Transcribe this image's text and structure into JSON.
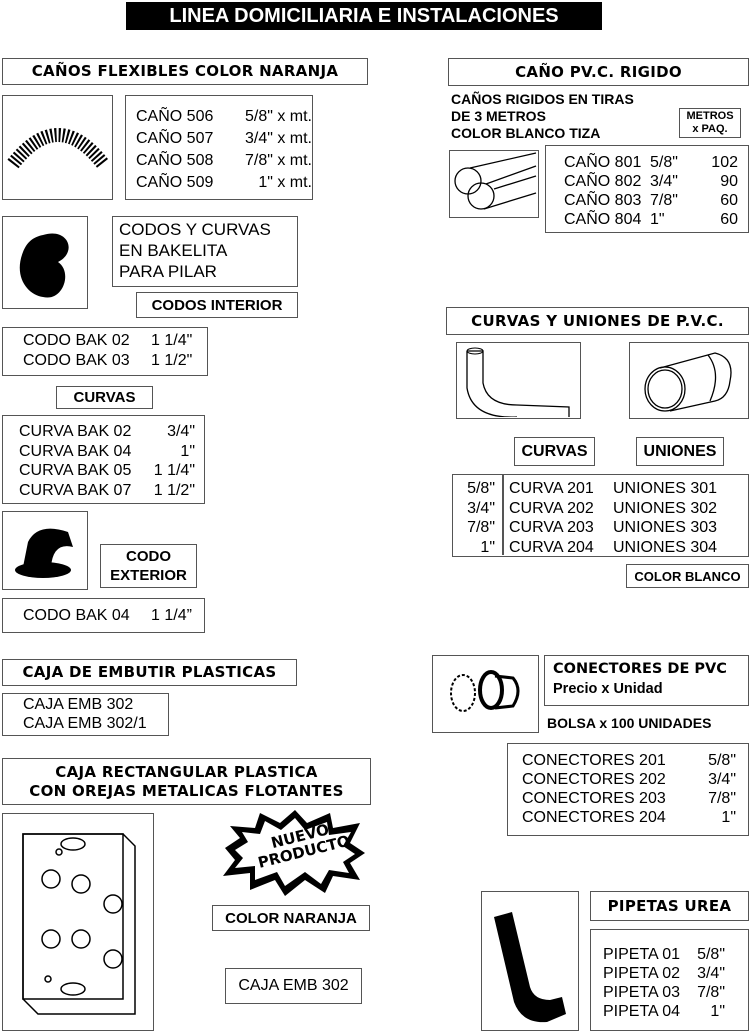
{
  "title": "LINEA DOMICILIARIA E INSTALACIONES",
  "flexibles": {
    "header": "CAÑOS FLEXIBLES COLOR  NARANJA",
    "image": "flexible-pipe-image",
    "rows": [
      {
        "code": "CAÑO 506",
        "size": "5/8\" x mt."
      },
      {
        "code": "CAÑO 507",
        "size": "3/4\" x mt."
      },
      {
        "code": "CAÑO 508",
        "size": "7/8\" x mt."
      },
      {
        "code": "CAÑO 509",
        "size": "1\" x mt."
      }
    ]
  },
  "codos": {
    "description": [
      "CODOS Y CURVAS",
      "EN BAKELITA",
      "PARA PILAR"
    ],
    "interior_label": "CODOS INTERIOR",
    "interior_rows": [
      {
        "code": "CODO BAK 02",
        "size": "1 1/4\""
      },
      {
        "code": "CODO BAK 03",
        "size": "1 1/2\""
      }
    ],
    "curvas_label": "CURVAS",
    "curvas_rows": [
      {
        "code": "CURVA BAK 02",
        "size": "3/4\""
      },
      {
        "code": "CURVA BAK 04",
        "size": "1\""
      },
      {
        "code": "CURVA BAK 05",
        "size": "1 1/4\""
      },
      {
        "code": "CURVA BAK 07",
        "size": "1 1/2\""
      }
    ],
    "exterior_label": [
      "CODO",
      "EXTERIOR"
    ],
    "exterior_rows": [
      {
        "code": "CODO BAK 04",
        "size": "1 1/4”"
      }
    ]
  },
  "caja_embutir": {
    "header": "CAJA DE EMBUTIR PLASTICAS",
    "rows": [
      "CAJA EMB 302",
      "CAJA EMB 302/1"
    ]
  },
  "caja_rect": {
    "header": [
      "CAJA RECTANGULAR PLASTICA",
      "CON OREJAS METALICAS FLOTANTES"
    ],
    "badge": [
      "NUEVO",
      "PRODUCTO"
    ],
    "color_label": "COLOR NARANJA",
    "code": "CAJA EMB 302"
  },
  "rigido": {
    "header": "CAÑO PV.C. RIGIDO",
    "description": [
      "CAÑOS RIGIDOS EN TIRAS",
      "DE 3 METROS",
      "COLOR BLANCO TIZA"
    ],
    "metros_label": [
      "METROS",
      "x PAQ."
    ],
    "rows": [
      {
        "code": "CAÑO 801",
        "size": "5/8\"",
        "qty": "102"
      },
      {
        "code": "CAÑO 802",
        "size": "3/4\"",
        "qty": "90"
      },
      {
        "code": "CAÑO 803",
        "size": "7/8\"",
        "qty": "60"
      },
      {
        "code": "CAÑO 804",
        "size": "1\"",
        "qty": "60"
      }
    ]
  },
  "curvas_uniones": {
    "header": "CURVAS Y UNIONES DE P.V.C.",
    "curvas_label": "CURVAS",
    "uniones_label": "UNIONES",
    "rows": [
      {
        "size": "5/8\"",
        "curva": "CURVA 201",
        "union": "UNIONES 301"
      },
      {
        "size": "3/4\"",
        "curva": "CURVA 202",
        "union": "UNIONES 302"
      },
      {
        "size": "7/8\"",
        "curva": "CURVA 203",
        "union": "UNIONES 303"
      },
      {
        "size": "1\"",
        "curva": "CURVA 204",
        "union": "UNIONES 304"
      }
    ],
    "color_label": "COLOR BLANCO"
  },
  "conectores": {
    "header": "CONECTORES DE PVC",
    "subheader": "Precio x Unidad",
    "bolsa": "BOLSA x 100 UNIDADES",
    "rows": [
      {
        "code": "CONECTORES 201",
        "size": "5/8\""
      },
      {
        "code": "CONECTORES 202",
        "size": "3/4\""
      },
      {
        "code": "CONECTORES 203",
        "size": "7/8\""
      },
      {
        "code": "CONECTORES 204",
        "size": "1\""
      }
    ]
  },
  "pipetas": {
    "header": "PIPETAS UREA",
    "rows": [
      {
        "code": "PIPETA 01",
        "size": "5/8\""
      },
      {
        "code": "PIPETA 02",
        "size": "3/4\""
      },
      {
        "code": "PIPETA 03",
        "size": "7/8\""
      },
      {
        "code": "PIPETA 04",
        "size": "1\""
      }
    ]
  }
}
